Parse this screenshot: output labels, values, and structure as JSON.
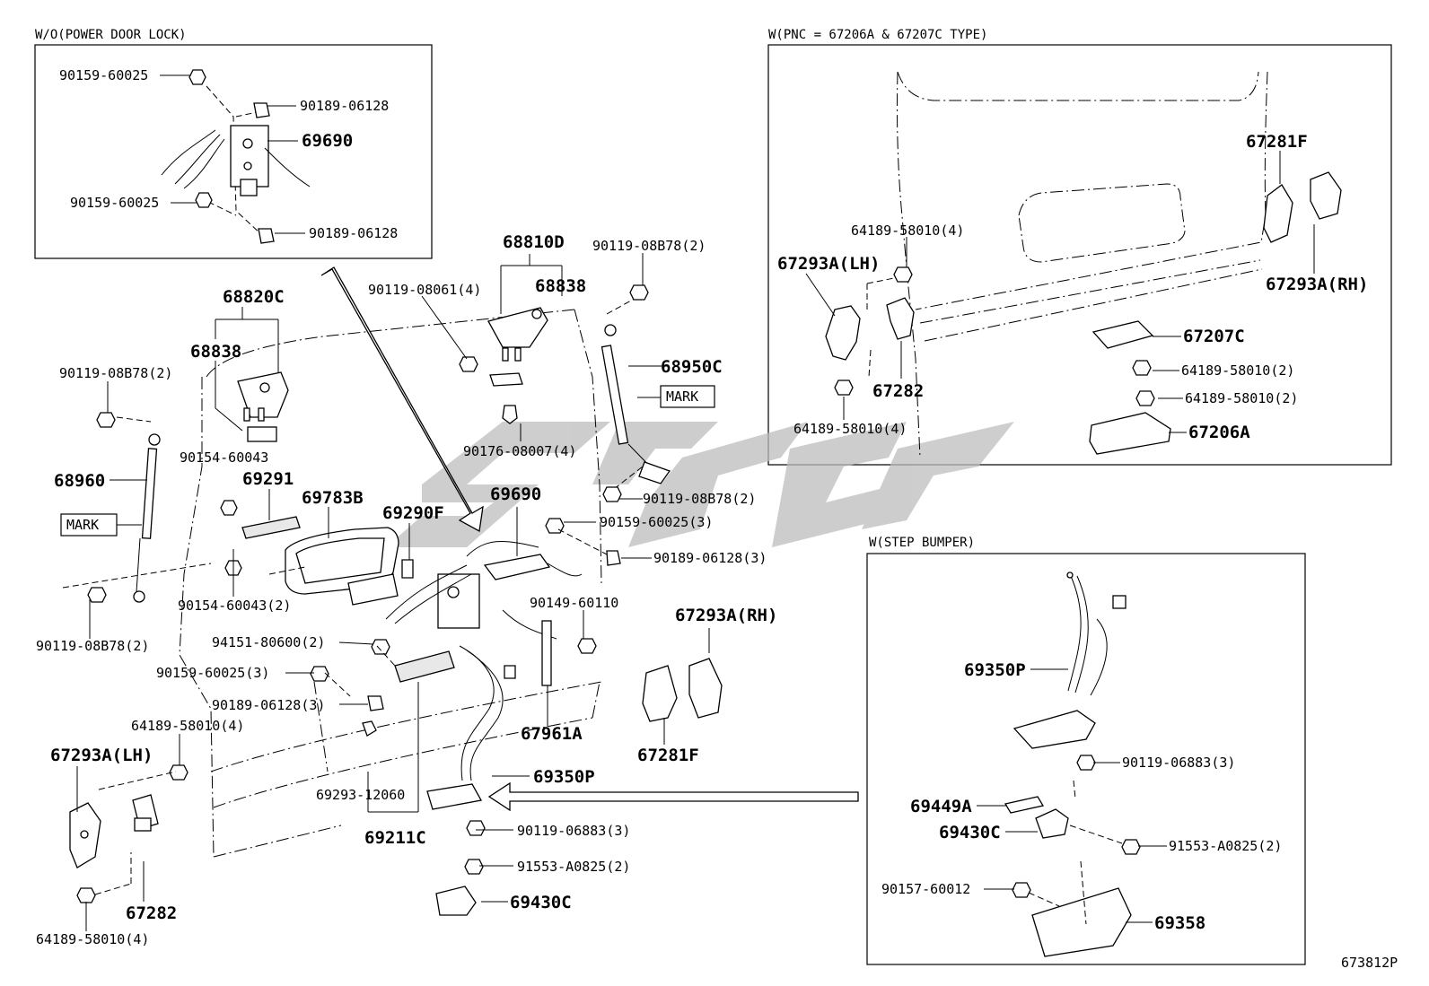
{
  "sections": {
    "wo_power_lock": "W/O(POWER DOOR LOCK)",
    "w_pnc": "W(PNC = 67206A & 67207C TYPE)",
    "w_step": "W(STEP BUMPER)"
  },
  "mark_labels": [
    "MARK",
    "MARK"
  ],
  "parts_left": [
    {
      "id": "p1",
      "text": "90159-60025"
    },
    {
      "id": "p2",
      "text": "90189-06128"
    },
    {
      "id": "p3",
      "text": "69690"
    },
    {
      "id": "p4",
      "text": "90159-60025"
    },
    {
      "id": "p5",
      "text": "90189-06128"
    }
  ],
  "parts_main": [
    {
      "id": "m1",
      "text": "68810D"
    },
    {
      "id": "m2",
      "text": "90119-08B78(2)"
    },
    {
      "id": "m3",
      "text": "90119-08061(4)"
    },
    {
      "id": "m4",
      "text": "68838"
    },
    {
      "id": "m5",
      "text": "68820C"
    },
    {
      "id": "m6",
      "text": "68838"
    },
    {
      "id": "m7",
      "text": "68950C"
    },
    {
      "id": "m8",
      "text": "90119-08B78(2)"
    },
    {
      "id": "m9",
      "text": "90154-60043"
    },
    {
      "id": "m10",
      "text": "90176-08007(4)"
    },
    {
      "id": "m11",
      "text": "68960"
    },
    {
      "id": "m12",
      "text": "69291"
    },
    {
      "id": "m13",
      "text": "69783B"
    },
    {
      "id": "m14",
      "text": "69290F"
    },
    {
      "id": "m15",
      "text": "69690"
    },
    {
      "id": "m16",
      "text": "90119-08B78(2)"
    },
    {
      "id": "m17",
      "text": "90159-60025(3)"
    },
    {
      "id": "m18",
      "text": "90189-06128(3)"
    },
    {
      "id": "m19",
      "text": "90154-60043(2)"
    },
    {
      "id": "m20",
      "text": "90149-60110"
    },
    {
      "id": "m21",
      "text": "67293A(RH)"
    },
    {
      "id": "m22",
      "text": "90119-08B78(2)"
    },
    {
      "id": "m23",
      "text": "94151-80600(2)"
    },
    {
      "id": "m24",
      "text": "90159-60025(3)"
    },
    {
      "id": "m25",
      "text": "90189-06128(3)"
    },
    {
      "id": "m26",
      "text": "64189-58010(4)"
    },
    {
      "id": "m27",
      "text": "67961A"
    },
    {
      "id": "m28",
      "text": "67281F"
    },
    {
      "id": "m29",
      "text": "67293A(LH)"
    },
    {
      "id": "m30",
      "text": "69350P"
    },
    {
      "id": "m31",
      "text": "69293-12060"
    },
    {
      "id": "m32",
      "text": "90119-06883(3)"
    },
    {
      "id": "m33",
      "text": "69211C"
    },
    {
      "id": "m34",
      "text": "91553-A0825(2)"
    },
    {
      "id": "m35",
      "text": "67282"
    },
    {
      "id": "m36",
      "text": "69430C"
    },
    {
      "id": "m37",
      "text": "64189-58010(4)"
    }
  ],
  "parts_pnc": [
    {
      "id": "n1",
      "text": "67281F"
    },
    {
      "id": "n2",
      "text": "64189-58010(4)"
    },
    {
      "id": "n3",
      "text": "67293A(LH)"
    },
    {
      "id": "n4",
      "text": "67293A(RH)"
    },
    {
      "id": "n5",
      "text": "67207C"
    },
    {
      "id": "n6",
      "text": "64189-58010(2)"
    },
    {
      "id": "n7",
      "text": "67282"
    },
    {
      "id": "n8",
      "text": "64189-58010(2)"
    },
    {
      "id": "n9",
      "text": "64189-58010(4)"
    },
    {
      "id": "n10",
      "text": "67206A"
    }
  ],
  "parts_step": [
    {
      "id": "s1",
      "text": "69350P"
    },
    {
      "id": "s2",
      "text": "90119-06883(3)"
    },
    {
      "id": "s3",
      "text": "69449A"
    },
    {
      "id": "s4",
      "text": "69430C"
    },
    {
      "id": "s5",
      "text": "91553-A0825(2)"
    },
    {
      "id": "s6",
      "text": "90157-60012"
    },
    {
      "id": "s7",
      "text": "69358"
    }
  ],
  "diagram_code": "673812P"
}
